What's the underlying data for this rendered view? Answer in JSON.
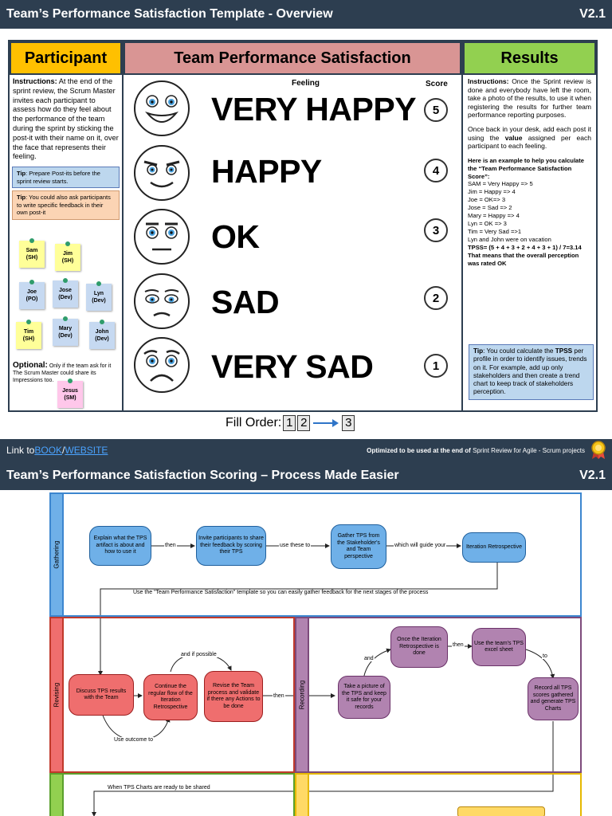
{
  "header1": {
    "title": "Team’s Performance Satisfaction Template - Overview",
    "version": "V2.1"
  },
  "participant": {
    "title": "Participant",
    "instructions_label": "Instructions:",
    "instructions": "At the end of the sprint review, the Scrum Master invites each participant to assess how do they feel about the performance of the team during the sprint by sticking the post-it with their name on it, over the face that represents their feeling.",
    "tip1_label": "Tip",
    "tip1": ": Prepare Post-its before the sprint review starts.",
    "tip2_label": "Tip",
    "tip2": ": You could also ask participants to write specific feedback in their own post-it",
    "notes": [
      {
        "name": "Sam",
        "role": "(SH)"
      },
      {
        "name": "Jim",
        "role": "(SH)"
      },
      {
        "name": "Joe",
        "role": "(PO)"
      },
      {
        "name": "Jose",
        "role": "(Dev)"
      },
      {
        "name": "Lyn",
        "role": "(Dev)"
      },
      {
        "name": "Tim",
        "role": "(SH)"
      },
      {
        "name": "Mary",
        "role": "(Dev)"
      },
      {
        "name": "John",
        "role": "(Dev)"
      },
      {
        "name": "Jesus",
        "role": "(SM)"
      }
    ],
    "optional_label": "Optional:",
    "optional": "Only if the team ask for it The Scrum Master could share its Impressions too."
  },
  "satisfaction": {
    "title": "Team Performance Satisfaction",
    "feeling_header": "Feeling",
    "score_header": "Score",
    "rows": [
      {
        "feeling": "VERY HAPPY",
        "score": "5",
        "face": "very-happy-face-icon"
      },
      {
        "feeling": "HAPPY",
        "score": "4",
        "face": "happy-face-icon"
      },
      {
        "feeling": "OK",
        "score": "3",
        "face": "ok-face-icon"
      },
      {
        "feeling": "SAD",
        "score": "2",
        "face": "sad-face-icon"
      },
      {
        "feeling": "VERY SAD",
        "score": "1",
        "face": "very-sad-face-icon"
      }
    ]
  },
  "results": {
    "title": "Results",
    "instructions_label": "Instructions:",
    "instructions": "Once the Sprint review is done and everybody have left the room, take a photo of the results, to use it when registering the results for further team performance reporting purposes.",
    "para2_a": "Once back in your desk, add each post it using the ",
    "para2_value": "value",
    "para2_b": " assigned per each participant to each feeling.",
    "example_intro": "Here is an example to help you calculate the “Team Performance Satisfaction Score”:",
    "example_lines": [
      "SAM = Very Happy => 5",
      "Jim = Happy => 4",
      "Joe = OK=> 3",
      "Jose = Sad => 2",
      "Mary = Happy => 4",
      "Lyn = OK => 3",
      "Tim = Very Sad =>1",
      "Lyn and John were on vacation"
    ],
    "tpss_line": "TPSS= (5 + 4 + 3 + 2 + 4 + 3 + 1) / 7=3.14",
    "conclusion": "That means that the overall perception was rated OK",
    "tip_label": "Tip",
    "tip_a": ": You could calculate the ",
    "tip_bold": "TPSS",
    "tip_b": " per profile in order to identify issues, trends on it. For example, add up only stakeholders and then create a trend chart to keep track of stakeholders perception."
  },
  "fill_order": {
    "label": "Fill Order:",
    "steps": [
      "1",
      "2",
      "3"
    ]
  },
  "linkbar": {
    "prefix": "Link to ",
    "book": "BOOK",
    "sep": " / ",
    "website": "WEBSITE",
    "optimized_bold": "Optimized to be used  at the end of ",
    "optimized_rest": "Sprint Review for Agile - Scrum projects"
  },
  "header2": {
    "title": "Team’s Performance Satisfaction Scoring – Process Made Easier",
    "version": "V2.1"
  },
  "process": {
    "lanes": {
      "gathering": "Gathering",
      "revising": "Revising",
      "recording": "Recording"
    },
    "gathering_nodes": [
      "Explain what the TPS artifact is about and how to use it",
      "Invite participants to share their feedback by scoring their TPS",
      "Gather TPS from the Stakeholder's and Team perspective",
      "Iteration Retrospective"
    ],
    "gathering_edges": [
      "then",
      "use these to",
      "which will guide your"
    ],
    "template_note": "Use the \"Team Performance Satisfaction\" template so you can easily gather feedback for the next stages of the process",
    "revising_nodes": [
      "Discuss TPS results with the Team",
      "Continue the regular flow of the Iteration Retrospective",
      "Revise the Team process and validate if there any Actions to be done"
    ],
    "revising_edges": {
      "if_possible": "and if possible",
      "outcome": "Use outcome to",
      "then": "then"
    },
    "recording_nodes": [
      "Take a picture of the TPS and keep it safe for your records",
      "Once the Iteration Retrospective is done",
      "Use the team's TPS excel sheet",
      "Record all TPS scores gathered and generate TPS Charts"
    ],
    "recording_edges": {
      "and": "and",
      "then": "then",
      "to": "to"
    },
    "charts_note": "When TPS Charts are ready to be shared"
  }
}
